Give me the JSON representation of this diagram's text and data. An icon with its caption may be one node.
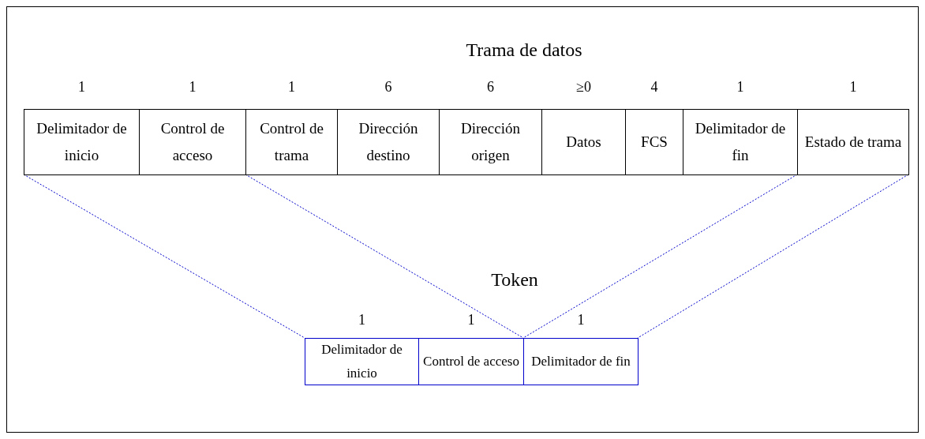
{
  "diagram": {
    "nodes": [
      {
        "text": [
          "Delimitador de inicio"
        ],
        "beside": [
          "1"
        ]
      },
      {
        "text": [
          "Control de acceso"
        ],
        "beside": [
          "1"
        ]
      },
      {
        "text": [
          "Control de trama"
        ],
        "beside": [
          "1"
        ]
      },
      {
        "text": [
          "Dirección destino"
        ],
        "beside": [
          "6"
        ]
      },
      {
        "text": [
          "Dirección origen"
        ],
        "beside": [
          "6"
        ]
      },
      {
        "text": [
          "Datos"
        ],
        "beside": [
          "≥0"
        ]
      },
      {
        "text": [
          "FCS"
        ],
        "beside": [
          "4"
        ]
      },
      {
        "text": [
          "Delimitador de fin"
        ],
        "beside": [
          "1"
        ]
      },
      {
        "text": [
          "Estado de trama"
        ],
        "beside": [
          "1"
        ]
      },
      {
        "text": [
          "Delimitador de inicio"
        ],
        "beside": [
          "1"
        ]
      },
      {
        "text": [
          "Control de acceso"
        ],
        "beside": [
          "1"
        ]
      },
      {
        "text": [
          "Delimitador de fin"
        ],
        "beside": [
          "1"
        ]
      }
    ],
    "edges": [
      {
        "from": 0,
        "to": 9,
        "arrow": "none",
        "style": "dashed",
        "color": "#0000cc"
      },
      {
        "from": 1,
        "to": 10,
        "arrow": "none",
        "style": "dashed",
        "color": "#0000cc"
      },
      {
        "from": 7,
        "to": 11,
        "arrow": "none",
        "style": "dashed",
        "color": "#0000cc"
      },
      {
        "from": 8,
        "to": 11,
        "arrow": "none",
        "style": "dashed",
        "color": "#0000cc"
      }
    ],
    "labels": [
      "Trama de datos",
      "Token"
    ]
  }
}
